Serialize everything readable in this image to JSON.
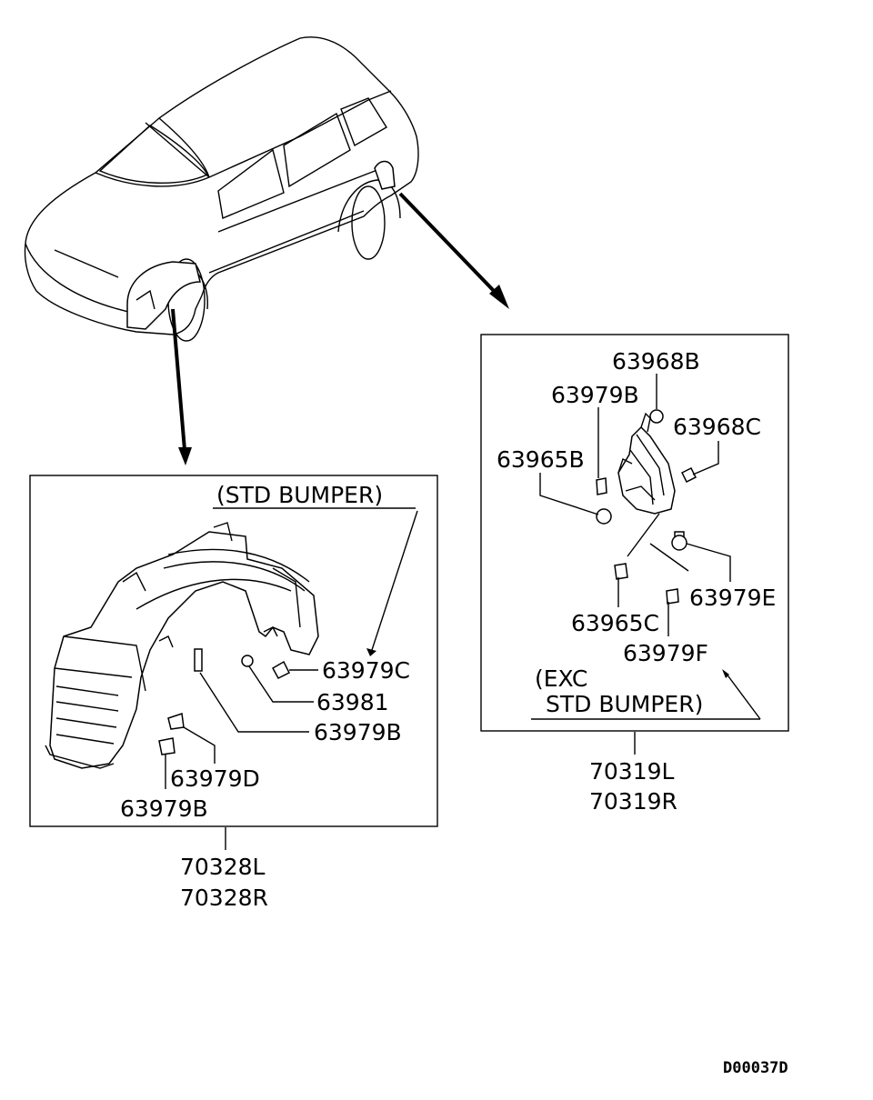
{
  "front_panel": {
    "condition_label": "(STD BUMPER)",
    "assembly_left": "70328L",
    "assembly_right": "70328R",
    "parts": [
      "63979C",
      "63981",
      "63979B",
      "63979D",
      "63979B"
    ]
  },
  "rear_panel": {
    "condition_label_line1": "(EXC",
    "condition_label_line2": "STD BUMPER)",
    "assembly_left": "70319L",
    "assembly_right": "70319R",
    "parts": [
      "63968B",
      "63979B",
      "63968C",
      "63965B",
      "63979E",
      "63965C",
      "63979F"
    ]
  },
  "diagram_id": "D00037D"
}
